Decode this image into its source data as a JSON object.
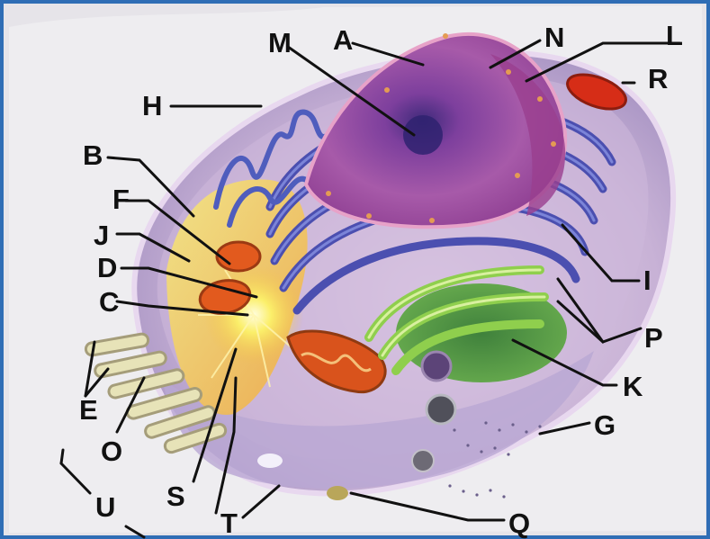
{
  "labels": {
    "A": "A",
    "B": "B",
    "C": "C",
    "D": "D",
    "E": "E",
    "F": "F",
    "G": "G",
    "H": "H",
    "I": "I",
    "J": "J",
    "K": "K",
    "L": "L",
    "M": "M",
    "N": "N",
    "O": "O",
    "P": "P",
    "Q": "Q",
    "R": "R",
    "S": "S",
    "T": "T",
    "U": "U"
  },
  "colors": {
    "frame": "#2f6db5",
    "poster": "#e6e4e9",
    "cytoplasm": "#c9b3d4",
    "nucleus": "#9b3f9c",
    "er": "#4b4fb0",
    "golgi": "#7fbf3f",
    "mitochondria": "#e25a1e",
    "centrosome": "#f7e84a"
  }
}
